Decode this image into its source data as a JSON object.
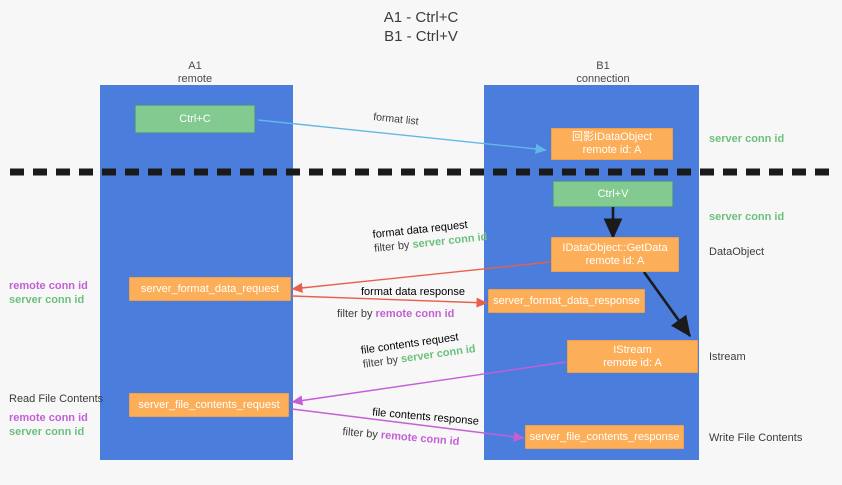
{
  "title": "A1 - Ctrl+C\nB1 - Ctrl+V",
  "lanes": [
    {
      "name": "A1",
      "sub": "remote",
      "header": "A1\nremote"
    },
    {
      "name": "B1",
      "sub": "connection",
      "header": "B1\nconnection"
    }
  ],
  "colors": {
    "lane": "#4a7ddc",
    "green_box": "#82ca8f",
    "orange_box": "#fcae58",
    "server_conn": "#6cc07e",
    "remote_conn": "#c45fd6",
    "arrow_blue": "#63b7e8",
    "arrow_red": "#e8604c",
    "arrow_magenta": "#c45fd6",
    "arrow_black": "#1a1a1a",
    "background": "#f7f7f7"
  },
  "nodes": {
    "ctrl_c": "Ctrl+C",
    "ctrl_v": "Ctrl+V",
    "idataobject": "回影IDataObject\nremote id: A",
    "getdata": "IDataObject::GetData\nremote id: A",
    "istream": "IStream\nremote id: A",
    "server_format_data_request": "server_format_data_request",
    "server_format_data_response": "server_format_data_response",
    "server_file_contents_request": "server_file_contents_request",
    "server_file_contents_response": "server_file_contents_response"
  },
  "edges": {
    "format_list": "format list",
    "format_data_request": "format data request",
    "format_data_request_filter_prefix": "filter by ",
    "format_data_request_filter_key": "server conn id",
    "format_data_response": "format data response",
    "format_data_response_filter_prefix": "filter by ",
    "format_data_response_filter_key": "remote conn id",
    "file_contents_request": "file contents request",
    "file_contents_request_filter_prefix": "filter by ",
    "file_contents_request_filter_key": "server conn id",
    "file_contents_response": "file contents response",
    "file_contents_response_filter_prefix": "filter by ",
    "file_contents_response_filter_key": "remote conn id"
  },
  "right_labels": {
    "server_conn_id_top": "server conn id",
    "server_conn_id_mid": "server conn id",
    "dataobject": "DataObject",
    "istream": "Istream",
    "write_file_contents": "Write File Contents"
  },
  "left_labels": {
    "remote_conn_id_1": "remote conn id",
    "server_conn_id_1": "server conn id",
    "read_file_contents": "Read File Contents",
    "remote_conn_id_2": "remote conn id",
    "server_conn_id_2": "server conn id"
  }
}
